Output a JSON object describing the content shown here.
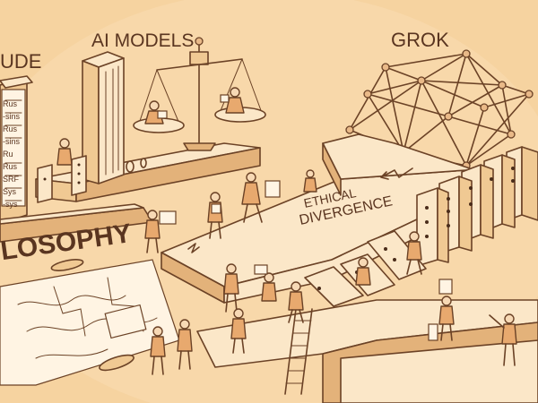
{
  "labels": {
    "left_partial_title": "UDE",
    "ai_models": "AI MODELS",
    "grok": "GROK",
    "philosophy_partial": "LOSOPHY",
    "ethical": "ETHICAL",
    "divergence": "DIVERGENCE"
  },
  "panel_text": [
    "Rus",
    "-sins",
    "Rus",
    "-sins",
    "Ru",
    "Rus",
    "SRF",
    "Sys",
    "-sys"
  ],
  "colors": {
    "background": "#f6d3a0",
    "ink": "#6b4226",
    "highlight": "#fbe7c8"
  }
}
